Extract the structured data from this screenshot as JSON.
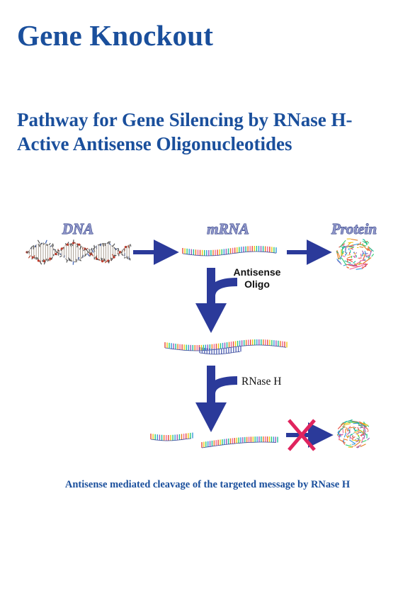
{
  "header": {
    "title": "Gene Knockout",
    "subtitle": "Pathway for Gene Silencing by RNase H-Active Antisense Oligonucleotides"
  },
  "diagram": {
    "labels": {
      "dna": "DNA",
      "mrna": "mRNA",
      "protein": "Protein",
      "antisense_line1": "Antisense",
      "antisense_line2": "Oligo",
      "rnase": "RNase H"
    },
    "caption": "Antisense mediated cleavage of the targeted message by RNase H",
    "translation_blocked": true
  },
  "colors": {
    "title": "#1a4f9c",
    "arrow": "#2b3a9a",
    "cross": "#e0245e"
  }
}
